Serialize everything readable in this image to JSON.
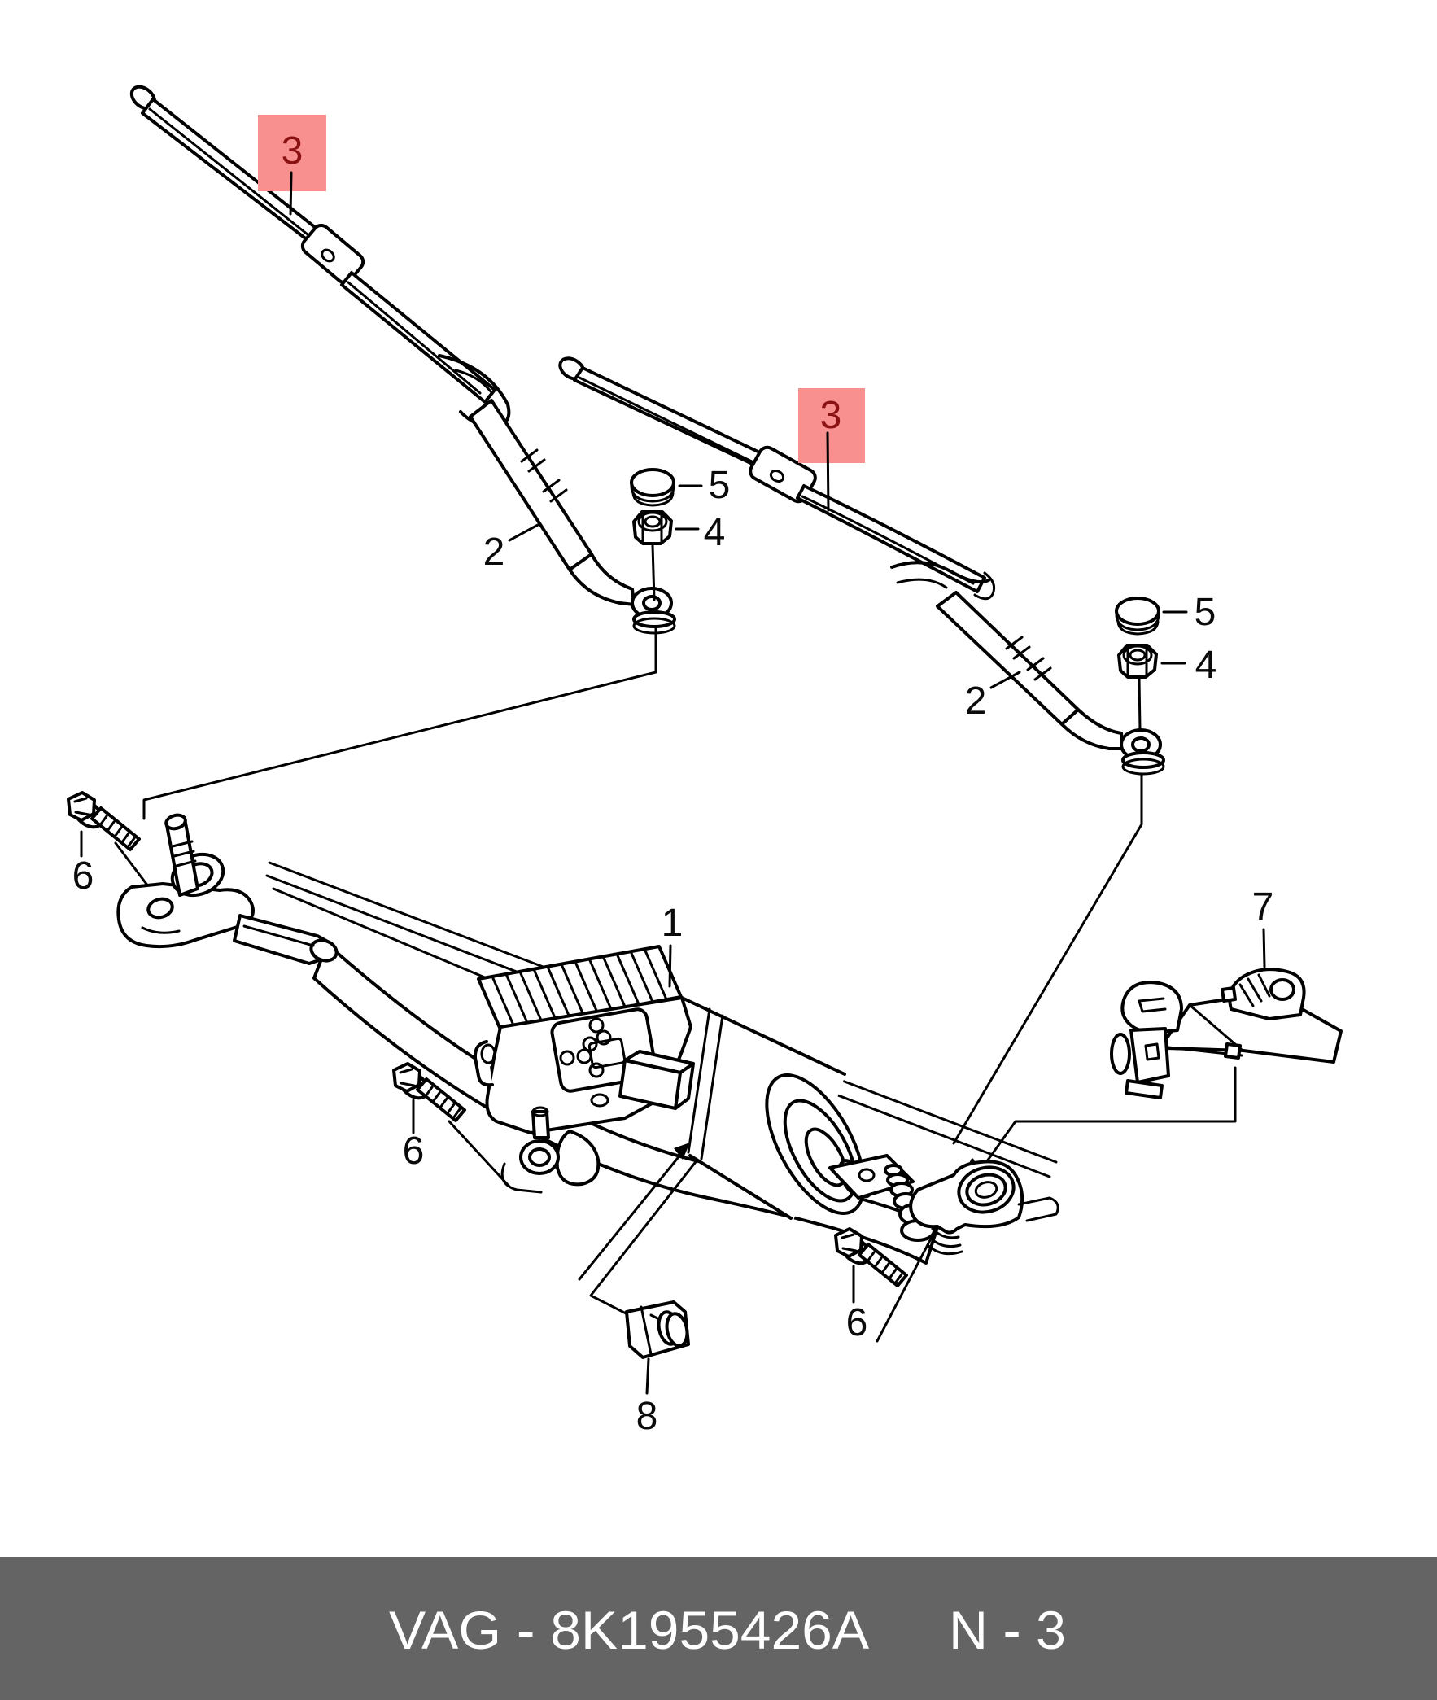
{
  "document": {
    "kind": "parts-diagram",
    "footer": {
      "label": "VAG - 8K1955426A",
      "page": "N - 3"
    }
  },
  "colors": {
    "highlight_fill": "#F89090",
    "highlight_text": "#8B1212",
    "footer_bg": "#646464",
    "footer_text": "#FFFFFF",
    "line": "#000000"
  },
  "callouts": [
    {
      "id": "motor-assembly",
      "label": "1",
      "highlighted": false
    },
    {
      "id": "wiper-arm-left",
      "label": "2",
      "highlighted": false
    },
    {
      "id": "wiper-arm-right",
      "label": "2",
      "highlighted": false
    },
    {
      "id": "wiper-blade-left",
      "label": "3",
      "highlighted": true
    },
    {
      "id": "wiper-blade-right",
      "label": "3",
      "highlighted": true
    },
    {
      "id": "nut-left",
      "label": "4",
      "highlighted": false
    },
    {
      "id": "nut-right",
      "label": "4",
      "highlighted": false
    },
    {
      "id": "cap-left",
      "label": "5",
      "highlighted": false
    },
    {
      "id": "cap-right",
      "label": "5",
      "highlighted": false
    },
    {
      "id": "bolt-left",
      "label": "6",
      "highlighted": false
    },
    {
      "id": "bolt-center",
      "label": "6",
      "highlighted": false
    },
    {
      "id": "bolt-right",
      "label": "6",
      "highlighted": false
    },
    {
      "id": "mounting-bracket",
      "label": "7",
      "highlighted": false
    },
    {
      "id": "crank-nut",
      "label": "8",
      "highlighted": false
    }
  ]
}
